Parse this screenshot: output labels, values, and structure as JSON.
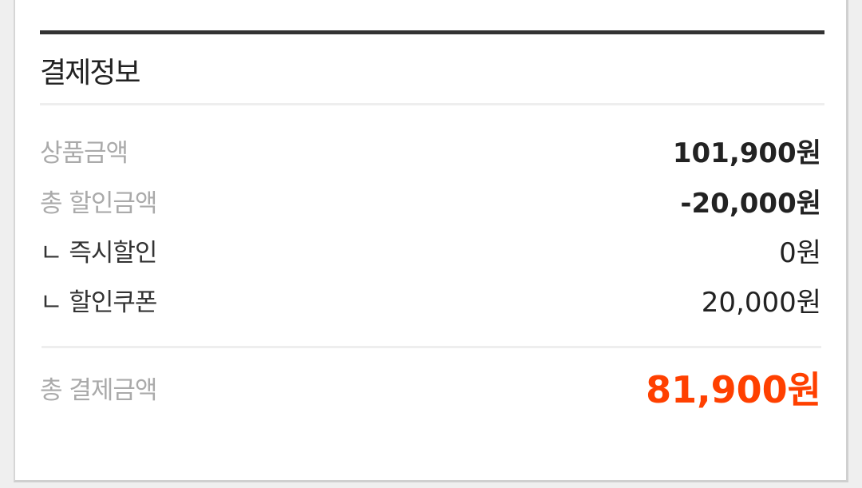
{
  "section_title": "결제정보",
  "rows": [
    {
      "label": "상품금액",
      "value": "101,900원"
    },
    {
      "label": "총 할인금액",
      "value": "-20,000원"
    },
    {
      "label": "ㄴ 즉시할인",
      "value": "0원"
    },
    {
      "label": "ㄴ 할인쿠폰",
      "value": "20,000원"
    }
  ],
  "total": {
    "label": "총 결제금액",
    "value": "81,900원"
  },
  "colors": {
    "total": "#ff4000"
  }
}
